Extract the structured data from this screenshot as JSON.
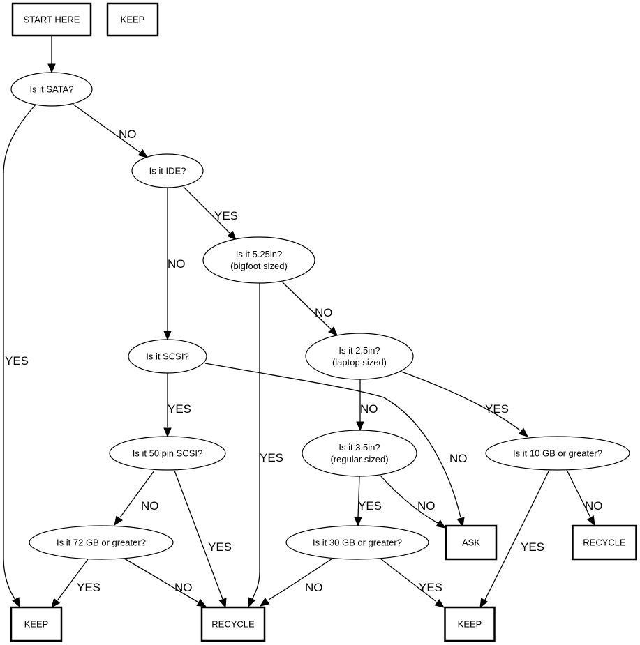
{
  "title": "Hard drive triage flowchart",
  "nodes": {
    "start": {
      "shape": "box",
      "lines": [
        "START HERE"
      ]
    },
    "keep_legend": {
      "shape": "box",
      "lines": [
        "KEEP"
      ]
    },
    "sata": {
      "shape": "ellipse",
      "lines": [
        "Is it SATA?"
      ]
    },
    "ide": {
      "shape": "ellipse",
      "lines": [
        "Is it IDE?"
      ]
    },
    "s525": {
      "shape": "ellipse",
      "lines": [
        "Is it 5.25in?",
        "(bigfoot sized)"
      ]
    },
    "scsi": {
      "shape": "ellipse",
      "lines": [
        "Is it SCSI?"
      ]
    },
    "s25": {
      "shape": "ellipse",
      "lines": [
        "Is it 2.5in?",
        "(laptop sized)"
      ]
    },
    "pin50": {
      "shape": "ellipse",
      "lines": [
        "Is it 50 pin SCSI?"
      ]
    },
    "s35": {
      "shape": "ellipse",
      "lines": [
        "Is it 3.5in?",
        "(regular sized)"
      ]
    },
    "gb10": {
      "shape": "ellipse",
      "lines": [
        "Is it 10 GB or greater?"
      ]
    },
    "gb72": {
      "shape": "ellipse",
      "lines": [
        "Is it 72 GB or greater?"
      ]
    },
    "gb30": {
      "shape": "ellipse",
      "lines": [
        "Is it 30 GB or greater?"
      ]
    },
    "ask": {
      "shape": "box",
      "lines": [
        "ASK"
      ]
    },
    "recycle_right": {
      "shape": "box",
      "lines": [
        "RECYCLE"
      ]
    },
    "keep_left": {
      "shape": "box",
      "lines": [
        "KEEP"
      ]
    },
    "recycle_center": {
      "shape": "box",
      "lines": [
        "RECYCLE"
      ]
    },
    "keep_right": {
      "shape": "box",
      "lines": [
        "KEEP"
      ]
    }
  },
  "edges": [
    {
      "from": "start",
      "to": "sata",
      "label": ""
    },
    {
      "from": "sata",
      "to": "ide",
      "label": "NO"
    },
    {
      "from": "sata",
      "to": "keep_left",
      "label": "YES"
    },
    {
      "from": "ide",
      "to": "s525",
      "label": "YES"
    },
    {
      "from": "ide",
      "to": "scsi",
      "label": "NO"
    },
    {
      "from": "s525",
      "to": "s25",
      "label": "NO"
    },
    {
      "from": "s525",
      "to": "recycle_center",
      "label": "YES"
    },
    {
      "from": "scsi",
      "to": "pin50",
      "label": "YES"
    },
    {
      "from": "scsi",
      "to": "ask",
      "label": "NO"
    },
    {
      "from": "s25",
      "to": "s35",
      "label": "NO"
    },
    {
      "from": "s25",
      "to": "gb10",
      "label": "YES"
    },
    {
      "from": "pin50",
      "to": "gb72",
      "label": "NO"
    },
    {
      "from": "pin50",
      "to": "recycle_center",
      "label": "YES"
    },
    {
      "from": "s35",
      "to": "gb30",
      "label": "YES"
    },
    {
      "from": "s35",
      "to": "ask",
      "label": "NO"
    },
    {
      "from": "gb10",
      "to": "recycle_right",
      "label": "NO"
    },
    {
      "from": "gb10",
      "to": "keep_right",
      "label": "YES"
    },
    {
      "from": "gb72",
      "to": "keep_left",
      "label": "YES"
    },
    {
      "from": "gb72",
      "to": "recycle_center",
      "label": "NO"
    },
    {
      "from": "gb30",
      "to": "recycle_center",
      "label": "NO"
    },
    {
      "from": "gb30",
      "to": "keep_right",
      "label": "YES"
    }
  ]
}
